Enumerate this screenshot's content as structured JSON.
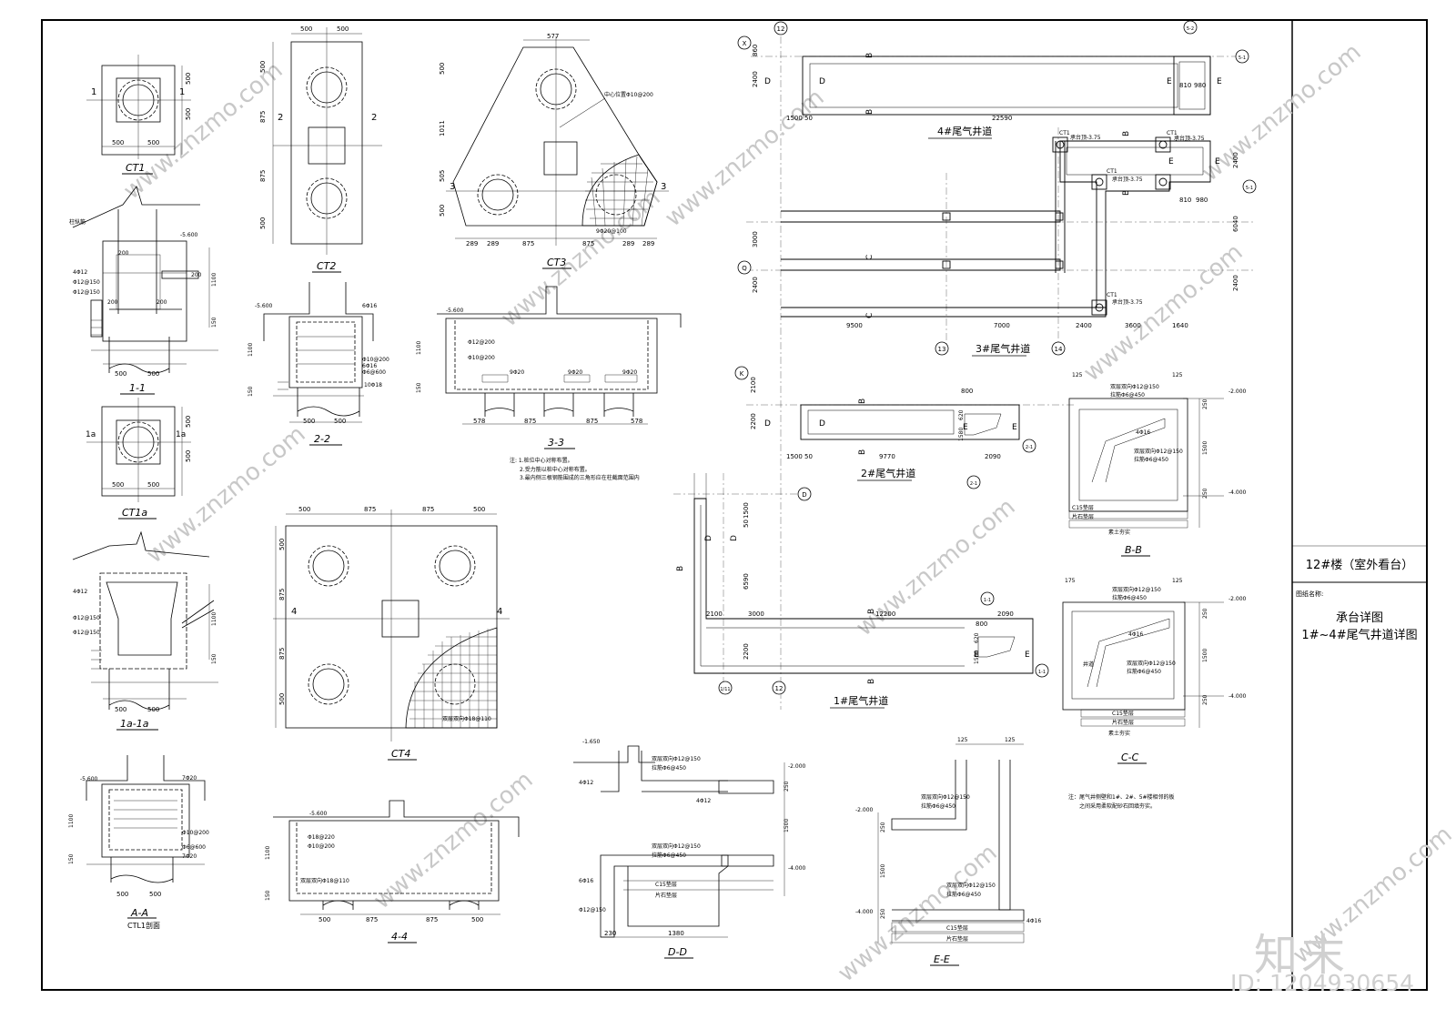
{
  "title_block": {
    "project": "12#楼（室外看台）",
    "name_header": "图纸名称:",
    "title_line1": "承台详图",
    "title_line2": "1#~4#尾气井道详图"
  },
  "watermark": {
    "brand": "知末",
    "id": "ID: 1204930654",
    "site_text": "www.znzmo.com"
  },
  "labels": {
    "ct1": "CT1",
    "ct1a": "CT1a",
    "ct2": "CT2",
    "ct3": "CT3",
    "ct4": "CT4",
    "s11": "1-1",
    "s1a1a": "1a-1a",
    "s22": "2-2",
    "s33": "3-3",
    "s44": "4-4",
    "saa": "A-A",
    "saa_sub": "CTL1剖面",
    "sbb": "B-B",
    "scc": "C-C",
    "sdd": "D-D",
    "see": "E-E",
    "shaft1": "1#尾气井道",
    "shaft2": "2#尾气井道",
    "shaft3": "3#尾气井道",
    "shaft4": "4#尾气井道"
  },
  "notes": {
    "n1": "注: 1.桩位中心对称布置。",
    "n2": "2.受力筋以桩中心对称布置。",
    "n3": "3.最内侧三根钢筋围成的三角形应在柱截面范围内",
    "cc1": "注：尾气井侧壁和1#、2#、5#楼相邻的板",
    "cc2": "之间采用柔软配砂石回填夯实。"
  },
  "grid": {
    "x": "X",
    "q": "Q",
    "k": "K",
    "d": "D",
    "n12": "12",
    "n13": "13",
    "n14": "14",
    "n1_11": "1/11",
    "s5_1": "5-1",
    "s5_2": "5-2",
    "s2_1": "2-1",
    "s1_1": "1-1"
  },
  "dims": {
    "d500": "500",
    "d875": "875",
    "d577": "577",
    "d289": "289",
    "d1011": "1011",
    "d505": "505",
    "d1100": "1100",
    "d150": "150",
    "d200": "200",
    "d250": "250",
    "d1500": "1500",
    "d578": "578",
    "d1380": "1380",
    "d230": "230",
    "d22590": "22590",
    "d12200": "12200",
    "d9770": "9770",
    "d9500": "9500",
    "d7000": "7000",
    "d2400": "2400",
    "d3600": "3600",
    "d1640": "1640",
    "d860": "860",
    "d2100": "2100",
    "d3000": "3000",
    "d6590": "6590",
    "d2200": "2200",
    "d2090": "2090",
    "d1580": "1580",
    "d800": "800",
    "d620": "620",
    "d810": "810",
    "d980": "980",
    "d6040": "6040",
    "d50": "50",
    "d125": "125",
    "d175": "175",
    "d2002000": "200",
    "el5600": "-5.600",
    "el2000": "-2.000",
    "el4000": "-4.000",
    "el1650": "-1.650",
    "ct1_375": "承台顶-3.75"
  },
  "rebar": {
    "r_12_150": "Φ12@150",
    "r_12_200": "Φ12@200",
    "r_10_200": "Φ10@200",
    "r_18_220": "Φ18@220",
    "r_18_110": "Φ18@110",
    "r_6_600": "Φ6@600",
    "r_6_16": "6Φ16",
    "r_4_12": "4Φ12",
    "r_4_16": "4Φ16",
    "r_9_20": "9Φ20",
    "r_7_20": "7Φ20",
    "r_10_18": "10Φ18",
    "r_bi": "双层双向Φ12@150",
    "r_lash": "拉筋Φ6@450",
    "r_ct4": "双层双向Φ18@110",
    "r_ct3": "9Φ20@100",
    "r_ct3b": "中心位置Φ10@200",
    "c15": "C15垫层",
    "gravel": "片石垫层",
    "sum": "素土夯实",
    "well": "井道",
    "col": "柱纵筋"
  },
  "letters": {
    "b": "B",
    "c": "C",
    "d": "D",
    "e": "E",
    "one": "1",
    "two": "2",
    "three": "3",
    "four": "4",
    "one_a": "1a"
  }
}
